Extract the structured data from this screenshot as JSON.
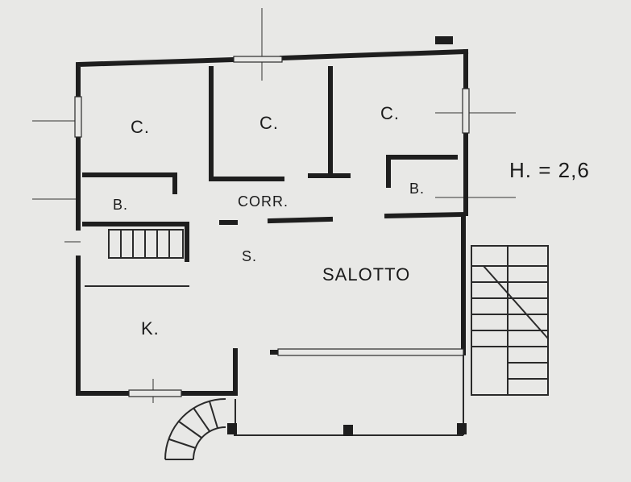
{
  "plan": {
    "height_note": "H. = 2,6",
    "rooms": {
      "bedroom_1": "C.",
      "bedroom_2": "C.",
      "bedroom_3": "C.",
      "bathroom_1": "B.",
      "bathroom_2": "B.",
      "corridor": "CORR.",
      "stairs": "S.",
      "living_room": "SALOTTO",
      "kitchen": "K."
    },
    "colors": {
      "paper": "#e8e8e6",
      "ink": "#1e1e1e"
    }
  }
}
